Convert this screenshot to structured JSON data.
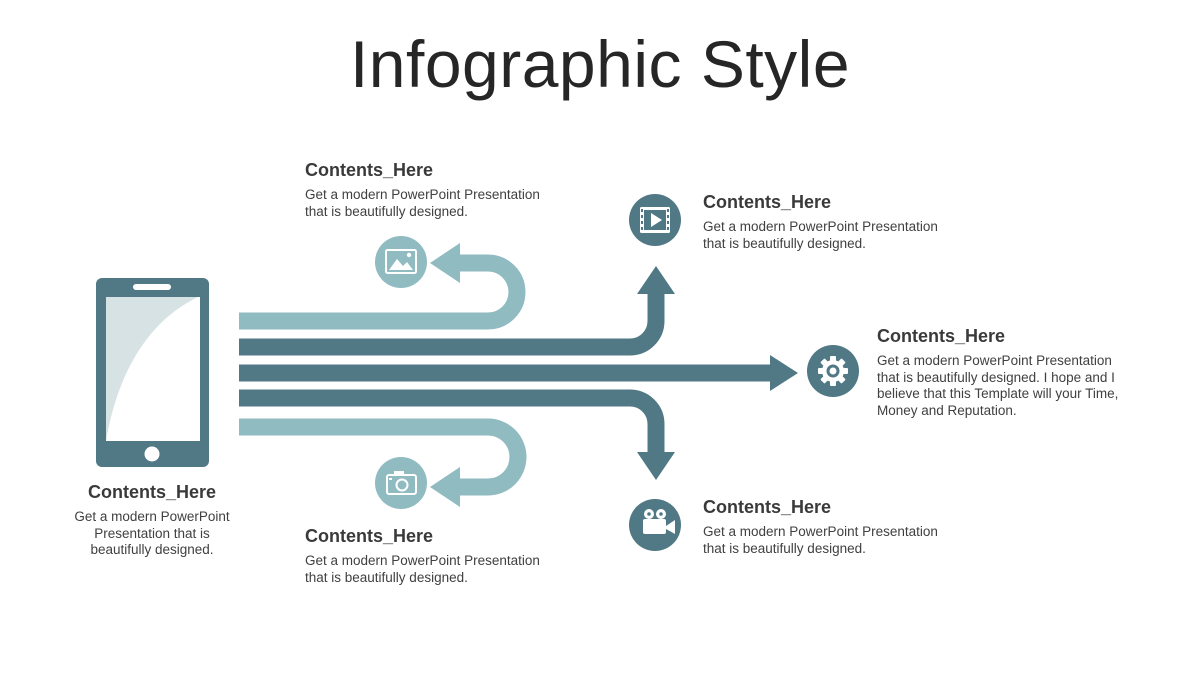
{
  "title": "Infographic Style",
  "colors": {
    "dark": "#507985",
    "light": "#8fbbc1",
    "screen_accent": "#d7e2e5",
    "icon_glyph": "#ffffff"
  },
  "blocks": {
    "phone": {
      "heading": "Contents_Here",
      "body": "Get a modern PowerPoint  Presentation that is beautifully designed."
    },
    "top_left": {
      "heading": "Contents_Here",
      "body": "Get a modern PowerPoint  Presentation that is beautifully designed.",
      "icon": "image-icon"
    },
    "top_right": {
      "heading": "Contents_Here",
      "body": "Get a modern PowerPoint  Presentation that is beautifully designed.",
      "icon": "video-play-icon"
    },
    "middle_right": {
      "heading": "Contents_Here",
      "body": "Get a modern PowerPoint  Presentation that is beautifully designed. I hope and I believe that this Template will your Time, Money and Reputation.",
      "icon": "gear-icon"
    },
    "bottom_right": {
      "heading": "Contents_Here",
      "body": "Get a modern PowerPoint  Presentation that is beautifully designed.",
      "icon": "video-camera-icon"
    },
    "bottom_left": {
      "heading": "Contents_Here",
      "body": "Get a modern PowerPoint  Presentation that is beautifully designed.",
      "icon": "camera-icon"
    }
  }
}
